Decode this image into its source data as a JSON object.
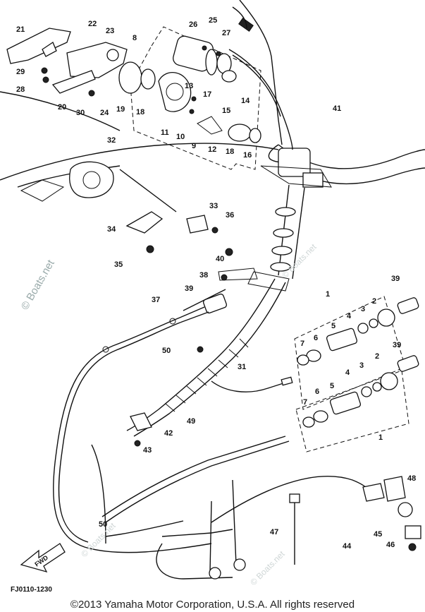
{
  "diagram": {
    "callouts": [
      "21",
      "22",
      "23",
      "8",
      "26",
      "25",
      "27",
      "29",
      "28",
      "20",
      "30",
      "24",
      "19",
      "18",
      "13",
      "17",
      "15",
      "14",
      "11",
      "10",
      "9",
      "12",
      "18",
      "16",
      "41",
      "32",
      "33",
      "36",
      "34",
      "35",
      "40",
      "38",
      "39",
      "37",
      "50",
      "31",
      "1",
      "39",
      "2",
      "3",
      "4",
      "5",
      "6",
      "7",
      "39",
      "2",
      "3",
      "4",
      "5",
      "6",
      "7",
      "1",
      "42",
      "43",
      "49",
      "48",
      "50",
      "47",
      "44",
      "45",
      "46"
    ],
    "watermark": "© Boats.net",
    "diagram_code": "FJ0110-1230",
    "fwd_label": "FWD",
    "copyright": "©2013 Yamaha Motor Corporation, U.S.A. All rights reserved"
  }
}
